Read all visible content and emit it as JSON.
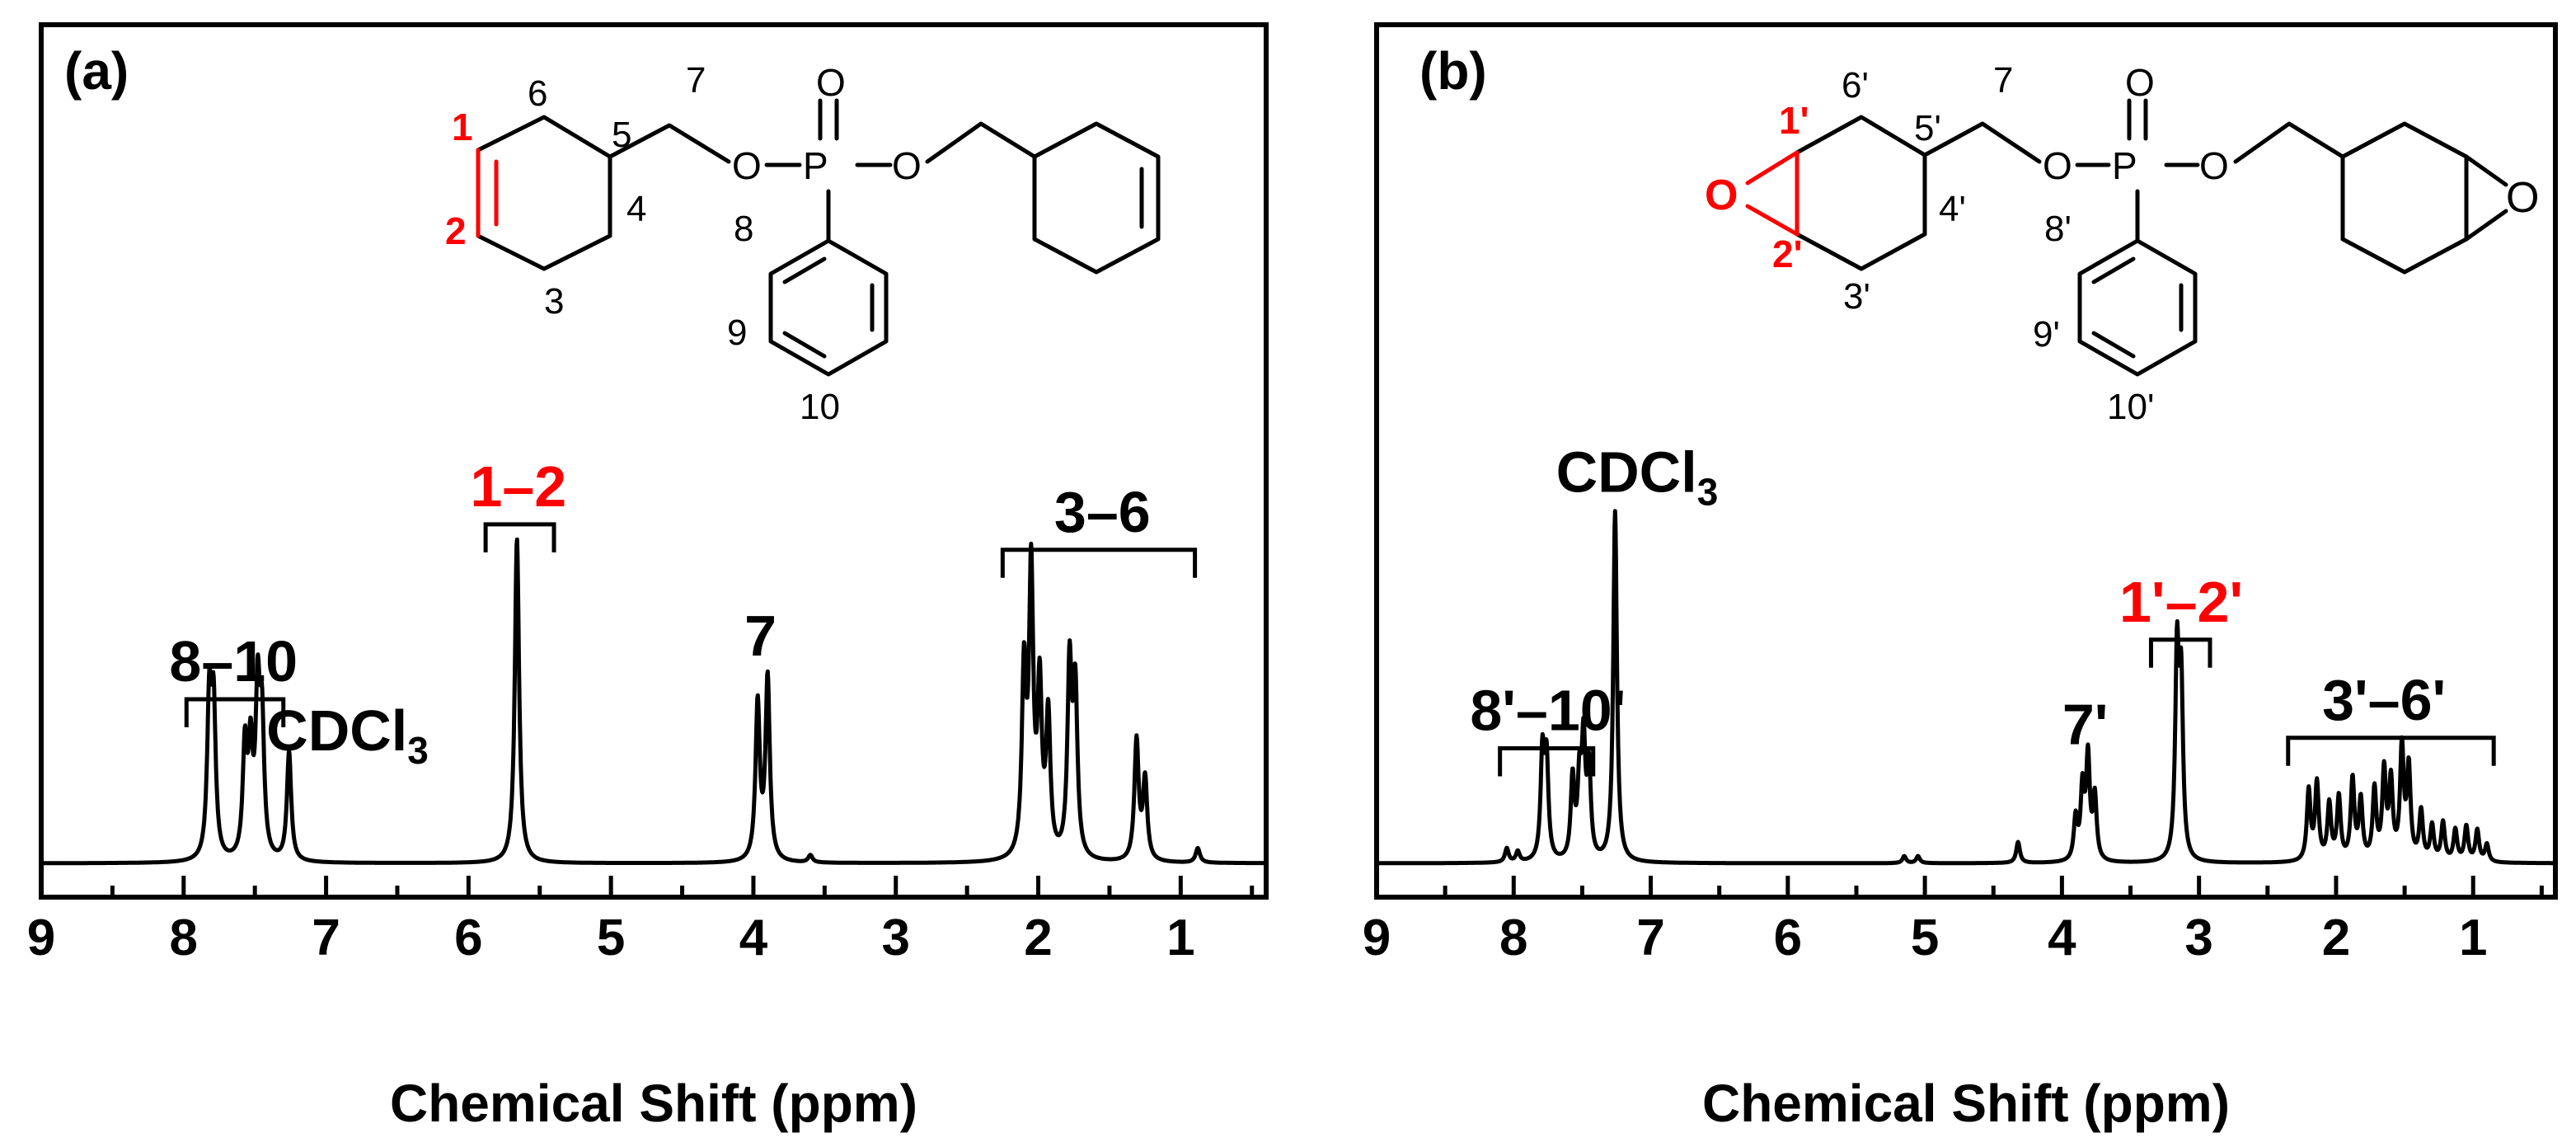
{
  "colors": {
    "black": "#000000",
    "red": "#ff0000"
  },
  "chart_data": [
    {
      "type": "line",
      "panel_label": "(a)",
      "xlabel": "Chemical Shift (ppm)",
      "ylabel": "",
      "xlim": [
        9,
        0.4
      ],
      "x_reversed": true,
      "ylim": [
        0,
        1
      ],
      "grid": false,
      "xticks": [
        9,
        8,
        7,
        6,
        5,
        4,
        3,
        2,
        1
      ],
      "peaks": [
        {
          "ppm": 7.82,
          "h": 0.42
        },
        {
          "ppm": 7.79,
          "h": 0.4
        },
        {
          "ppm": 7.57,
          "h": 0.3
        },
        {
          "ppm": 7.53,
          "h": 0.28
        },
        {
          "ppm": 7.48,
          "h": 0.43
        },
        {
          "ppm": 7.45,
          "h": 0.35
        },
        {
          "ppm": 7.26,
          "h": 0.3
        },
        {
          "ppm": 5.66,
          "h": 0.89
        },
        {
          "ppm": 3.97,
          "h": 0.43
        },
        {
          "ppm": 3.9,
          "h": 0.5
        },
        {
          "ppm": 3.6,
          "h": 0.02
        },
        {
          "ppm": 2.1,
          "h": 0.5
        },
        {
          "ppm": 2.05,
          "h": 0.77
        },
        {
          "ppm": 1.99,
          "h": 0.45
        },
        {
          "ppm": 1.93,
          "h": 0.38
        },
        {
          "ppm": 1.78,
          "h": 0.52
        },
        {
          "ppm": 1.74,
          "h": 0.45
        },
        {
          "ppm": 1.31,
          "h": 0.33
        },
        {
          "ppm": 1.25,
          "h": 0.22
        },
        {
          "ppm": 0.88,
          "h": 0.04
        }
      ],
      "annotations": [
        {
          "text": "8–10",
          "color": "#000000",
          "bracket": [
            7.98,
            7.3
          ],
          "label_ppm": 7.65,
          "h": 0.5
        },
        {
          "text": "CDCl",
          "sub": "3",
          "color": "#000000",
          "label_ppm": 6.85,
          "h": 0.31
        },
        {
          "text": "1–2",
          "color": "#ff0000",
          "bracket": [
            5.88,
            5.4
          ],
          "label_ppm": 5.65,
          "h": 0.98
        },
        {
          "text": "7",
          "color": "#000000",
          "label_ppm": 3.95,
          "h": 0.57
        },
        {
          "text": "3–6",
          "color": "#000000",
          "bracket": [
            2.25,
            0.9
          ],
          "label_ppm": 1.55,
          "h": 0.91
        }
      ],
      "structure_labels": {
        "ring_numbers": [
          "6",
          "5",
          "4",
          "3"
        ],
        "red_numbers": [
          "1",
          "2"
        ],
        "chain_number": "7",
        "phenyl_numbers": [
          "8",
          "9",
          "10"
        ],
        "atoms": {
          "O1": "O",
          "O2": "O",
          "P": "P",
          "O3": "O"
        }
      }
    },
    {
      "type": "line",
      "panel_label": "(b)",
      "xlabel": "Chemical Shift (ppm)",
      "ylabel": "",
      "xlim": [
        9,
        0.4
      ],
      "x_reversed": true,
      "ylim": [
        0,
        1
      ],
      "grid": false,
      "xticks": [
        9,
        8,
        7,
        6,
        5,
        4,
        3,
        2,
        1
      ],
      "peaks": [
        {
          "ppm": 8.05,
          "h": 0.04
        },
        {
          "ppm": 7.97,
          "h": 0.03
        },
        {
          "ppm": 7.79,
          "h": 0.3
        },
        {
          "ppm": 7.76,
          "h": 0.28
        },
        {
          "ppm": 7.57,
          "h": 0.23
        },
        {
          "ppm": 7.52,
          "h": 0.21
        },
        {
          "ppm": 7.49,
          "h": 0.32
        },
        {
          "ppm": 7.45,
          "h": 0.25
        },
        {
          "ppm": 7.26,
          "h": 1.0
        },
        {
          "ppm": 5.15,
          "h": 0.02
        },
        {
          "ppm": 5.05,
          "h": 0.02
        },
        {
          "ppm": 4.32,
          "h": 0.06
        },
        {
          "ppm": 3.9,
          "h": 0.12
        },
        {
          "ppm": 3.85,
          "h": 0.2
        },
        {
          "ppm": 3.81,
          "h": 0.29
        },
        {
          "ppm": 3.76,
          "h": 0.18
        },
        {
          "ppm": 3.16,
          "h": 0.58
        },
        {
          "ppm": 3.13,
          "h": 0.48
        },
        {
          "ppm": 2.2,
          "h": 0.2
        },
        {
          "ppm": 2.14,
          "h": 0.22
        },
        {
          "ppm": 2.05,
          "h": 0.16
        },
        {
          "ppm": 1.98,
          "h": 0.18
        },
        {
          "ppm": 1.88,
          "h": 0.23
        },
        {
          "ppm": 1.82,
          "h": 0.17
        },
        {
          "ppm": 1.72,
          "h": 0.2
        },
        {
          "ppm": 1.65,
          "h": 0.25
        },
        {
          "ppm": 1.6,
          "h": 0.22
        },
        {
          "ppm": 1.52,
          "h": 0.32
        },
        {
          "ppm": 1.47,
          "h": 0.26
        },
        {
          "ppm": 1.38,
          "h": 0.14
        },
        {
          "ppm": 1.3,
          "h": 0.1
        },
        {
          "ppm": 1.22,
          "h": 0.11
        },
        {
          "ppm": 1.13,
          "h": 0.09
        },
        {
          "ppm": 1.05,
          "h": 0.1
        },
        {
          "ppm": 0.97,
          "h": 0.09
        },
        {
          "ppm": 0.9,
          "h": 0.05
        }
      ],
      "annotations": [
        {
          "text": "8'–10'",
          "color": "#000000",
          "bracket": [
            8.1,
            7.42
          ],
          "label_ppm": 7.75,
          "h": 0.38
        },
        {
          "text": "CDCl",
          "sub": "3",
          "color": "#000000",
          "label_ppm": 7.1,
          "h": 1.06
        },
        {
          "text": "7'",
          "color": "#000000",
          "label_ppm": 3.83,
          "h": 0.34
        },
        {
          "text": "1'–2'",
          "color": "#ff0000",
          "bracket": [
            3.35,
            2.92
          ],
          "label_ppm": 3.13,
          "h": 0.69
        },
        {
          "text": "3'–6'",
          "color": "#000000",
          "bracket": [
            2.35,
            0.85
          ],
          "label_ppm": 1.65,
          "h": 0.41
        }
      ],
      "structure_labels": {
        "ring_numbers": [
          "6'",
          "5'",
          "4'",
          "3'"
        ],
        "red_numbers": [
          "1'",
          "2'"
        ],
        "epoxide_oxygen": "O",
        "chain_number": "7",
        "phenyl_numbers": [
          "8'",
          "9'",
          "10'"
        ],
        "atoms": {
          "O1": "O",
          "O2": "O",
          "P": "P",
          "O3": "O",
          "O4": "O"
        }
      }
    }
  ]
}
